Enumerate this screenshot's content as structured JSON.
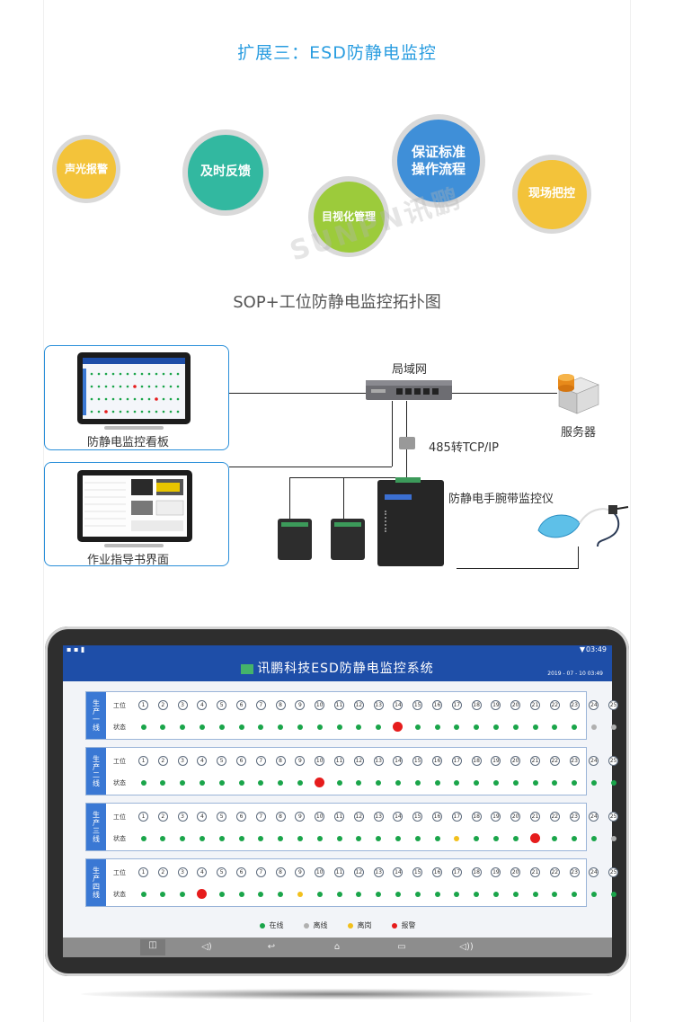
{
  "page_title": "扩展三：ESD防静电监控",
  "features": [
    {
      "label": "声光报警",
      "color": "#f3c33a"
    },
    {
      "label": "及时反馈",
      "color": "#32b8a0"
    },
    {
      "label": "目视化管理",
      "color": "#9ccb3b"
    },
    {
      "label": "保证标准操作流程",
      "color": "#3f8fd8"
    },
    {
      "label": "现场把控",
      "color": "#f3c33a"
    }
  ],
  "topology": {
    "title": "SOP+工位防静电监控拓扑图",
    "board_label": "防静电监控看板",
    "sop_label": "作业指导书界面",
    "lan_label": "局域网",
    "server_label": "服务器",
    "converter_label": "485转TCP/IP",
    "monitor_label": "防静电手腕带监控仪",
    "watermark": "SUNPN讯鹏"
  },
  "tablet": {
    "status_time": "03:49",
    "app_title": "讯鹏科技ESD防静电监控系统",
    "date": "2019 - 07 - 10  03:49",
    "station_label": "工位",
    "state_label": "状态",
    "lines": [
      {
        "name": "生产一线",
        "states": [
          "g",
          "g",
          "g",
          "g",
          "g",
          "g",
          "g",
          "g",
          "g",
          "g",
          "g",
          "g",
          "g",
          "r",
          "g",
          "g",
          "g",
          "g",
          "g",
          "g",
          "g",
          "g",
          "g",
          "x",
          "x"
        ]
      },
      {
        "name": "生产二线",
        "states": [
          "g",
          "g",
          "g",
          "g",
          "g",
          "g",
          "g",
          "g",
          "g",
          "r",
          "g",
          "g",
          "g",
          "g",
          "g",
          "g",
          "g",
          "g",
          "g",
          "g",
          "g",
          "g",
          "g",
          "g",
          "g"
        ]
      },
      {
        "name": "生产三线",
        "states": [
          "g",
          "g",
          "g",
          "g",
          "g",
          "g",
          "g",
          "g",
          "g",
          "g",
          "g",
          "g",
          "g",
          "g",
          "g",
          "g",
          "y",
          "g",
          "g",
          "g",
          "r",
          "g",
          "g",
          "g",
          "x"
        ]
      },
      {
        "name": "生产四线",
        "states": [
          "g",
          "g",
          "g",
          "r",
          "g",
          "g",
          "g",
          "g",
          "y",
          "g",
          "g",
          "g",
          "g",
          "g",
          "g",
          "g",
          "g",
          "g",
          "g",
          "g",
          "g",
          "g",
          "g",
          "g",
          "g"
        ]
      }
    ],
    "stations": [
      "1",
      "2",
      "3",
      "4",
      "5",
      "6",
      "7",
      "8",
      "9",
      "10",
      "11",
      "12",
      "13",
      "14",
      "15",
      "16",
      "17",
      "18",
      "19",
      "20",
      "21",
      "22",
      "23",
      "24",
      "25"
    ],
    "legend": [
      {
        "label": "在线",
        "color": "#1aa54a"
      },
      {
        "label": "离线",
        "color": "#b0b0b0"
      },
      {
        "label": "离岗",
        "color": "#f2c01c"
      },
      {
        "label": "报警",
        "color": "#e61c1c"
      }
    ],
    "state_colors": {
      "g": "#1aa54a",
      "x": "#b0b0b0",
      "y": "#f2c01c",
      "r": "#e61c1c"
    }
  }
}
